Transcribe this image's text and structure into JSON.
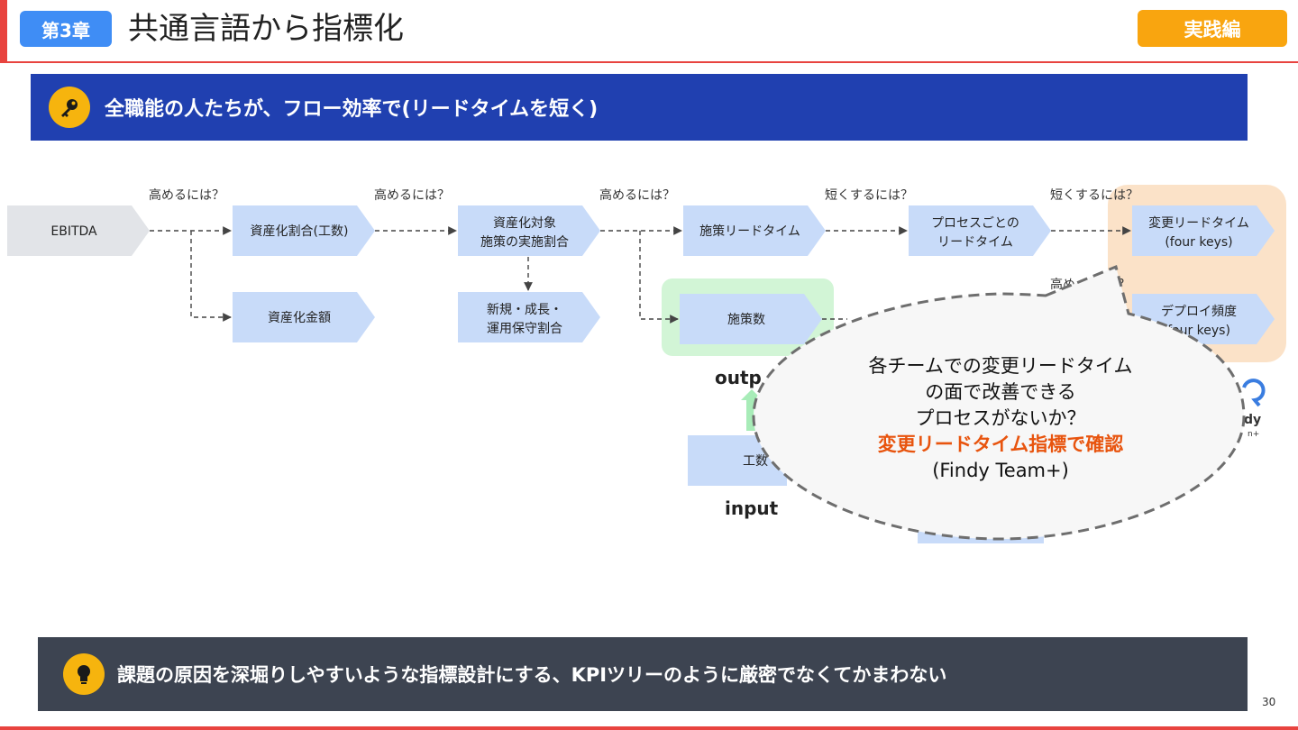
{
  "header": {
    "chapter_label": "第3章",
    "title": "共通言語から指標化",
    "practice_label": "実践編"
  },
  "key_banner": {
    "icon": "key-icon",
    "text": "全職能の人たちが、フロー効率で(リードタイムを短く)"
  },
  "diagram": {
    "nodes": {
      "ebitda": "EBITDA",
      "capitalization_ratio": "資産化割合(工数)",
      "capitalization_amount": "資産化金額",
      "initiative_ratio_line1": "資産化対象",
      "initiative_ratio_line2": "施策の実施割合",
      "new_growth_line1": "新規・成長・",
      "new_growth_line2": "運用保守割合",
      "initiative_lead_time": "施策リードタイム",
      "initiative_count": "施策数",
      "process_lead_time_line1": "プロセスごとの",
      "process_lead_time_line2": "リードタイム",
      "change_lead_time_line1": "変更リードタイム",
      "change_lead_time_line2": "(four keys)",
      "deploy_freq_line1": "デプロイ頻度",
      "deploy_freq_line2": "four keys)",
      "effort_partial": "工数",
      "output_partial": "outp",
      "input_label": "input",
      "findy_partial": "dy",
      "findy_sub_partial": "n+"
    },
    "questions": {
      "q1": "高めるには？",
      "q2": "高めるには？",
      "q3": "高めるには？",
      "q4": "短くするには？",
      "q5": "短くするには？",
      "q6_left": "高め",
      "q6_right": "？"
    },
    "bubble": {
      "line1": "各チームでの変更リードタイム",
      "line2": "の面で改善できる",
      "line3": "プロセスがないか？",
      "line4": "変更リードタイム指標で確認",
      "line5": "(Findy Team+)"
    }
  },
  "tip_banner": {
    "icon": "lightbulb-icon",
    "text": "課題の原因を深堀りしやすいような指標設計にする、KPIツリーのように厳密でなくてかまわない"
  },
  "page_number": "30",
  "colors": {
    "accent_red": "#e8433f",
    "chapter_blue": "#3f8df5",
    "practice_orange": "#f9a50f",
    "banner_blue": "#2040b0",
    "tip_dark": "#3d4451",
    "node_blue": "#c8dbf9",
    "node_gray": "#e2e4e8",
    "highlight_green": "#d2f5d6",
    "highlight_peach": "#fbe2c8",
    "emphasis_orange": "#e8540e"
  }
}
